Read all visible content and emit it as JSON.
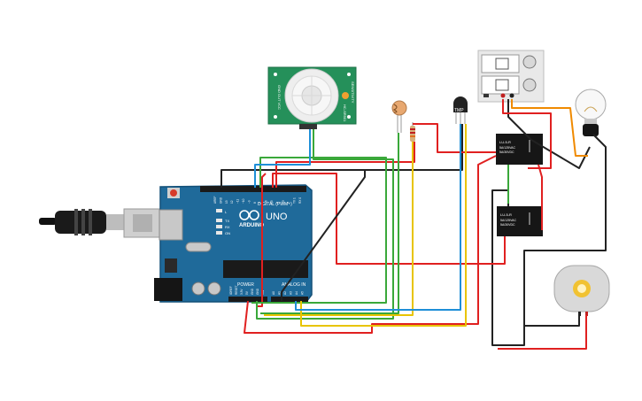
{
  "arduino": {
    "brand": "ARDUINO",
    "model": "UNO",
    "digital_label": "DIGITAL (PWM~)",
    "power_label": "POWER",
    "analog_label": "ANALOG IN",
    "led_on": "ON",
    "led_tx": "TX",
    "led_rx": "RX",
    "led_l": "L",
    "power_pins": [
      "IOREF",
      "RESET",
      "3.3V",
      "5V",
      "GND",
      "GND",
      "VIN"
    ],
    "analog_pins": [
      "A0",
      "A1",
      "A2",
      "A3",
      "A4",
      "A5"
    ],
    "digital_pins": [
      "AREF",
      "GND",
      "13",
      "12",
      "~11",
      "~10",
      "~9",
      "8",
      "7",
      "~6",
      "~5",
      "4",
      "~3",
      "2",
      "TX 1",
      "RX 0"
    ]
  },
  "pir": {
    "left_text": "GND  OUT  VCC",
    "right_text": "HC-SR501",
    "side_text": "SENSITIVITY"
  },
  "tmp_sensor": {
    "label": "TMP"
  },
  "relay1": {
    "line1": "LU-5-R",
    "line2": "5A/125VAC",
    "line3": "5A/30VDC"
  },
  "relay2": {
    "line1": "LU-5-R",
    "line2": "5A/125VAC",
    "line3": "5A/30VDC"
  },
  "colors": {
    "wire_red": "#e02020",
    "wire_black": "#222222",
    "wire_green": "#3aa83a",
    "wire_yellow": "#e8c400",
    "wire_blue": "#1e8fd8",
    "wire_orange": "#f08a00",
    "board_blue": "#1f6a9a",
    "pir_green": "#25905a"
  }
}
